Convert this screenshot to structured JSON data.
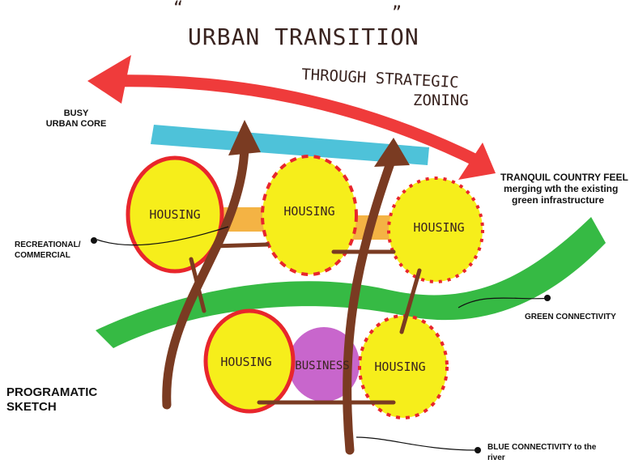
{
  "title": {
    "quote_open": "“",
    "main": "URBAN TRANSITION",
    "quote_close": "”",
    "sub_line1": "THROUGH STRATEGIC",
    "sub_line2": "ZONING"
  },
  "labels": {
    "busy_line1": "BUSY",
    "busy_line2": "URBAN CORE",
    "tranquil_line1": "TRANQUIL COUNTRY FEEL",
    "tranquil_line2": "merging wth the existing",
    "tranquil_line3": "green infrastructure",
    "recreational_line1": "RECREATIONAL/",
    "recreational_line2": "COMMERCIAL",
    "green_connectivity": "GREEN CONNECTIVITY",
    "programatic_line1": "PROGRAMATIC",
    "programatic_line2": "SKETCH",
    "blue_line1": "BLUE CONNECTIVITY to the",
    "blue_line2": "river"
  },
  "zones": {
    "housing_1": "HOUSING",
    "housing_2": "HOUSING",
    "housing_3": "HOUSING",
    "housing_4": "HOUSING",
    "housing_5": "HOUSING",
    "business": "BUSINESS"
  },
  "colors": {
    "housing_fill": "#f6ee1b",
    "housing_border": "#e8262c",
    "business_fill": "#c255c7",
    "green_band": "#2bb63a",
    "blue_band": "#3fbdd6",
    "arrow_red": "#ef3b3b",
    "path_brown": "#7a3b22",
    "orange_link": "#f2a623"
  }
}
